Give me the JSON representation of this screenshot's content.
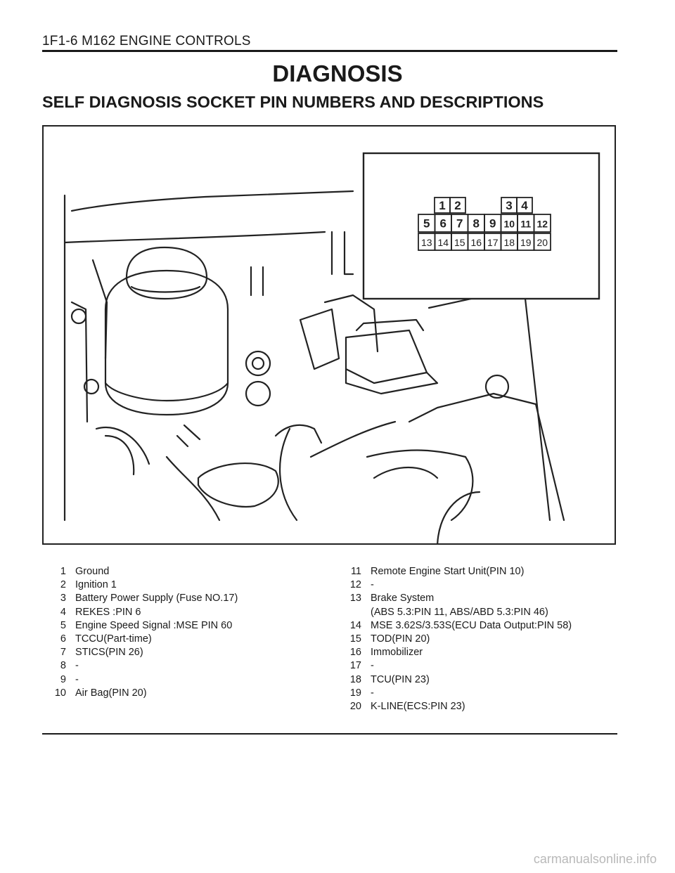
{
  "header": {
    "text": "1F1-6  M162 ENGINE CONTROLS"
  },
  "title": "DIAGNOSIS",
  "subtitle": "SELF DIAGNOSIS SOCKET PIN NUMBERS AND DESCRIPTIONS",
  "figure": {
    "connector_rows": [
      [
        "1",
        "2",
        "3",
        "4"
      ],
      [
        "5",
        "6",
        "7",
        "8",
        "9",
        "10",
        "11",
        "12"
      ],
      [
        "13",
        "14",
        "15",
        "16",
        "17",
        "18",
        "19",
        "20"
      ]
    ]
  },
  "pins_left": [
    {
      "num": "1",
      "desc": "Ground"
    },
    {
      "num": "2",
      "desc": "Ignition 1"
    },
    {
      "num": "3",
      "desc": "Battery Power Supply (Fuse NO.17)"
    },
    {
      "num": "4",
      "desc": "REKES :PIN 6"
    },
    {
      "num": "5",
      "desc": "Engine Speed Signal :MSE PIN 60"
    },
    {
      "num": "6",
      "desc": "TCCU(Part-time)"
    },
    {
      "num": "7",
      "desc": "STICS(PIN 26)"
    },
    {
      "num": "8",
      "desc": "-"
    },
    {
      "num": "9",
      "desc": "-"
    },
    {
      "num": "10",
      "desc": "Air Bag(PIN 20)"
    }
  ],
  "pins_right": [
    {
      "num": "11",
      "desc": "Remote Engine Start Unit(PIN 10)"
    },
    {
      "num": "12",
      "desc": "-"
    },
    {
      "num": "13",
      "desc": "Brake System\n(ABS 5.3:PIN 11, ABS/ABD 5.3:PIN 46)"
    },
    {
      "num": "14",
      "desc": "MSE 3.62S/3.53S(ECU Data Output:PIN 58)"
    },
    {
      "num": "15",
      "desc": "TOD(PIN 20)"
    },
    {
      "num": "16",
      "desc": "Immobilizer"
    },
    {
      "num": "17",
      "desc": "-"
    },
    {
      "num": "18",
      "desc": "TCU(PIN 23)"
    },
    {
      "num": "19",
      "desc": "-"
    },
    {
      "num": "20",
      "desc": "K-LINE(ECS:PIN 23)"
    }
  ],
  "watermark": "carmanualsonline.info"
}
